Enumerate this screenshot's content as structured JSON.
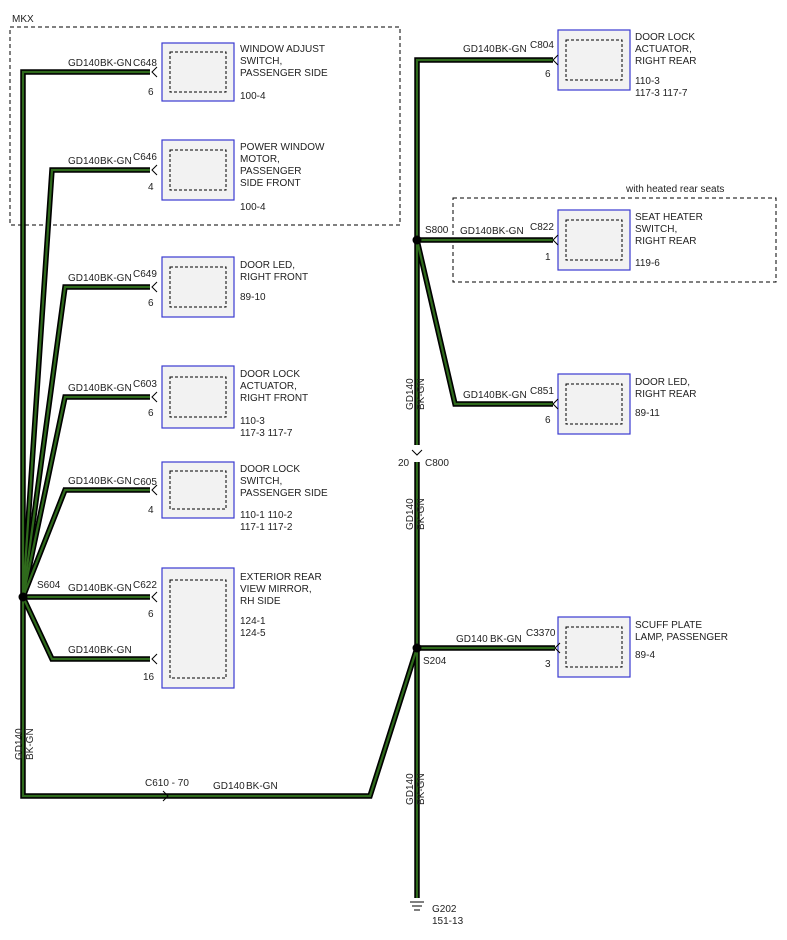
{
  "zones": [
    {
      "id": "mkx",
      "label": "MKX"
    },
    {
      "id": "heated",
      "label": "with heated rear seats"
    }
  ],
  "wire": {
    "circuit": "GD140",
    "color_code": "BK-GN"
  },
  "splices": [
    {
      "id": "s604",
      "label": "S604"
    },
    {
      "id": "s800",
      "label": "S800"
    },
    {
      "id": "s204",
      "label": "S204"
    }
  ],
  "connectors": [
    {
      "id": "c648",
      "connector": "C648",
      "pin": "6",
      "lines": [
        "WINDOW ADJUST",
        "SWITCH,",
        "PASSENGER SIDE",
        "100-4"
      ]
    },
    {
      "id": "c646",
      "connector": "C646",
      "pin": "4",
      "lines": [
        "POWER WINDOW",
        "MOTOR,",
        "PASSENGER",
        "SIDE FRONT",
        "100-4"
      ]
    },
    {
      "id": "c649",
      "connector": "C649",
      "pin": "6",
      "lines": [
        "DOOR LED,",
        "RIGHT FRONT",
        "89-10"
      ]
    },
    {
      "id": "c603",
      "connector": "C603",
      "pin": "6",
      "lines": [
        "DOOR LOCK",
        "ACTUATOR,",
        "RIGHT FRONT",
        "110-3",
        "117-3  117-7"
      ]
    },
    {
      "id": "c605",
      "connector": "C605",
      "pin": "4",
      "lines": [
        "DOOR LOCK",
        "SWITCH,",
        "PASSENGER SIDE",
        "110-1  110-2",
        "117-1  117-2"
      ]
    },
    {
      "id": "c622",
      "connector": "C622",
      "pin": "6",
      "pin2": "16",
      "lines": [
        "EXTERIOR REAR",
        "VIEW MIRROR,",
        "RH SIDE",
        "124-1",
        "124-5"
      ]
    },
    {
      "id": "c804",
      "connector": "C804",
      "pin": "6",
      "lines": [
        "DOOR LOCK",
        "ACTUATOR,",
        "RIGHT REAR",
        "110-3",
        "117-3  117-7"
      ]
    },
    {
      "id": "c822",
      "connector": "C822",
      "pin": "1",
      "lines": [
        "SEAT HEATER",
        "SWITCH,",
        "RIGHT REAR",
        "119-6"
      ]
    },
    {
      "id": "c851",
      "connector": "C851",
      "pin": "6",
      "lines": [
        "DOOR LED,",
        "RIGHT REAR",
        "89-11"
      ]
    },
    {
      "id": "c3370",
      "connector": "C3370",
      "pin": "3",
      "lines": [
        "SCUFF PLATE",
        "LAMP, PASSENGER",
        "89-4"
      ]
    }
  ],
  "inline_connectors": [
    {
      "id": "c800",
      "label": "C800",
      "pin": "20"
    },
    {
      "id": "c610",
      "label": "C610 - 70"
    }
  ],
  "ground": {
    "id": "g202",
    "label": "G202",
    "ref": "151-13"
  },
  "colors": {
    "wire_outer": "#000000",
    "wire_inner": "#2f6a1c",
    "component_border": "#3a3ad0",
    "component_fill": "#f2f2f2"
  }
}
